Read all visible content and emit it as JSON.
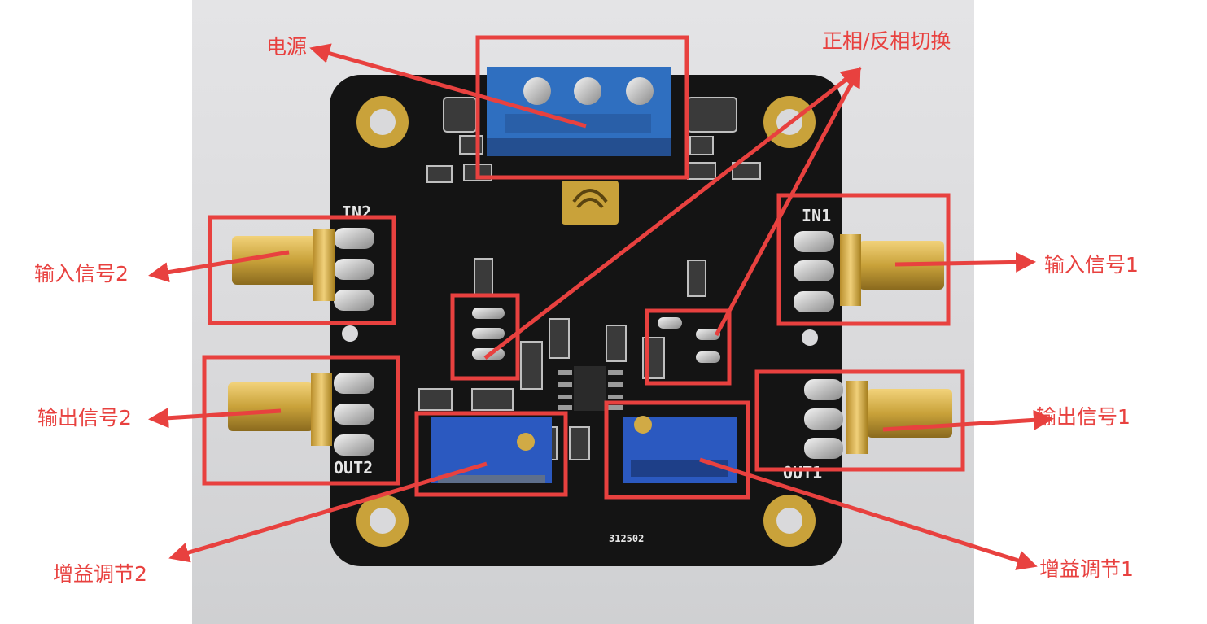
{
  "board": {
    "silkscreen_in1": "IN1",
    "silkscreen_in2": "IN2",
    "silkscreen_out1": "OUT1",
    "silkscreen_out2": "OUT2",
    "silkscreen_serial": "312502"
  },
  "annotations": {
    "power": "电源",
    "phase_switch": "正相/反相切换",
    "input1": "输入信号1",
    "input2": "输入信号2",
    "output1": "输出信号1",
    "output2": "输出信号2",
    "gain1": "增益调节1",
    "gain2": "增益调节2"
  },
  "colors": {
    "annotation": "#e8413f",
    "pcb": "#141414",
    "terminal_block": "#2f6fc0",
    "potentiometer": "#2b59c0",
    "sma_gold": "#c9a23a"
  }
}
